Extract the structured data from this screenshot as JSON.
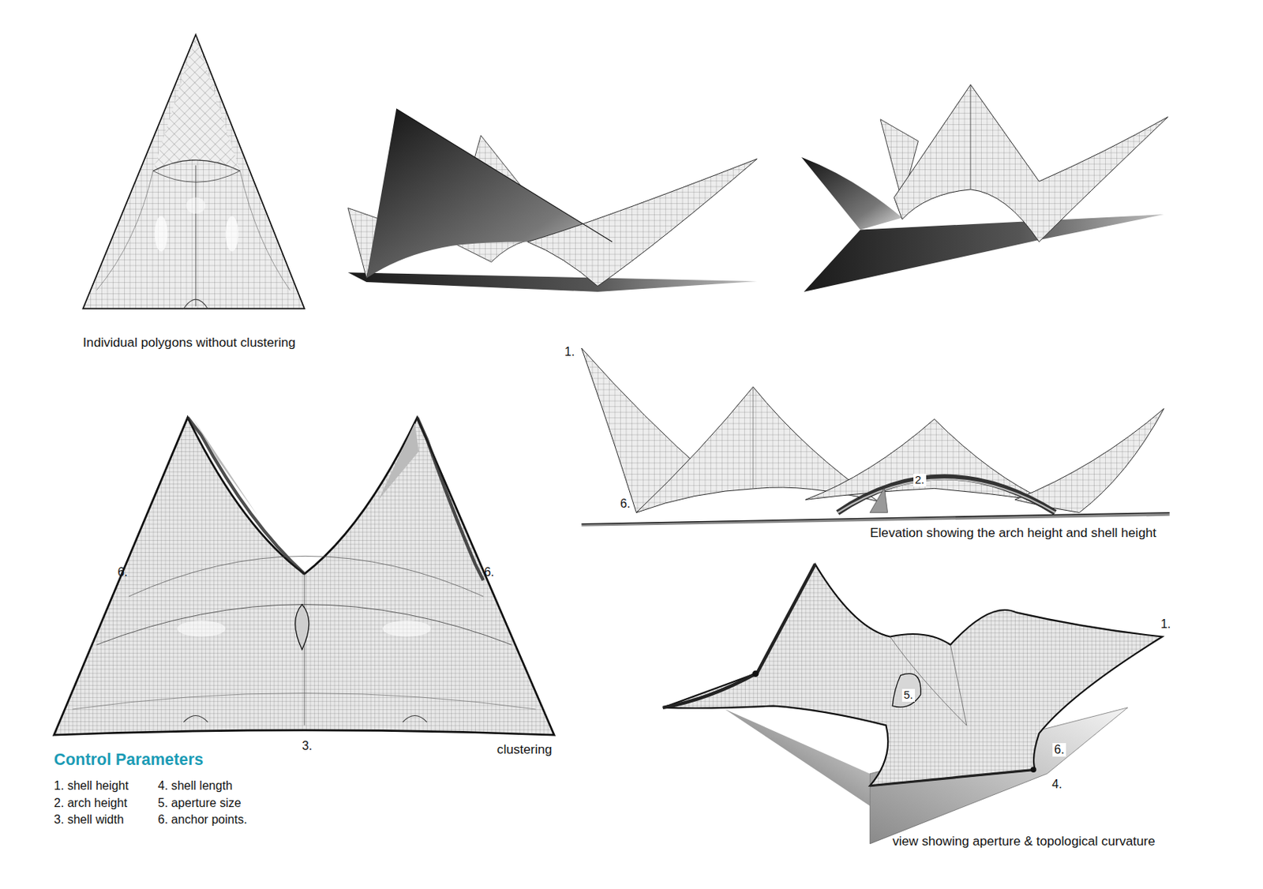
{
  "diagram": {
    "labels": [
      "Individual polygons without clustering",
      "clustering",
      "Elevation showing the arch height and shell height",
      "view showing aperture & topological curvature",
      "Control Parameters",
      "1. shell height",
      "2. arch height",
      "3. shell width",
      "4. shell length",
      "5. aperture size",
      "6. anchor points.",
      "1.",
      "6.",
      "2.",
      "6.",
      "6.",
      "3.",
      "5.",
      "1.",
      "6.",
      "4."
    ]
  }
}
